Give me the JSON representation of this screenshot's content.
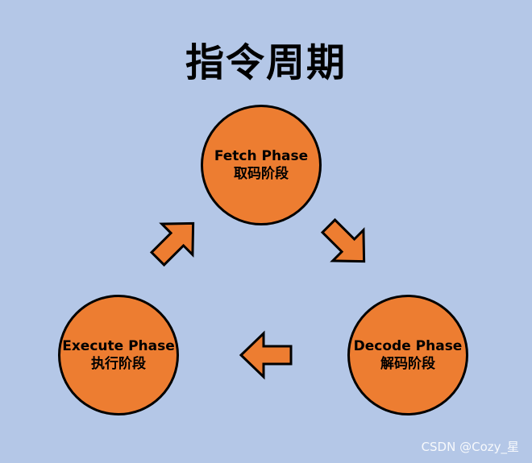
{
  "title": "指令周期",
  "phases": {
    "fetch": {
      "en": "Fetch Phase",
      "zh": "取码阶段"
    },
    "decode": {
      "en": "Decode Phase",
      "zh": "解码阶段"
    },
    "execute": {
      "en": "Execute Phase",
      "zh": "执行阶段"
    }
  },
  "watermark": "CSDN @Cozy_星",
  "colors": {
    "background": "#b4c7e7",
    "phase_fill": "#ed7d31",
    "arrow_fill": "#ed7d31",
    "outline": "#000000"
  }
}
